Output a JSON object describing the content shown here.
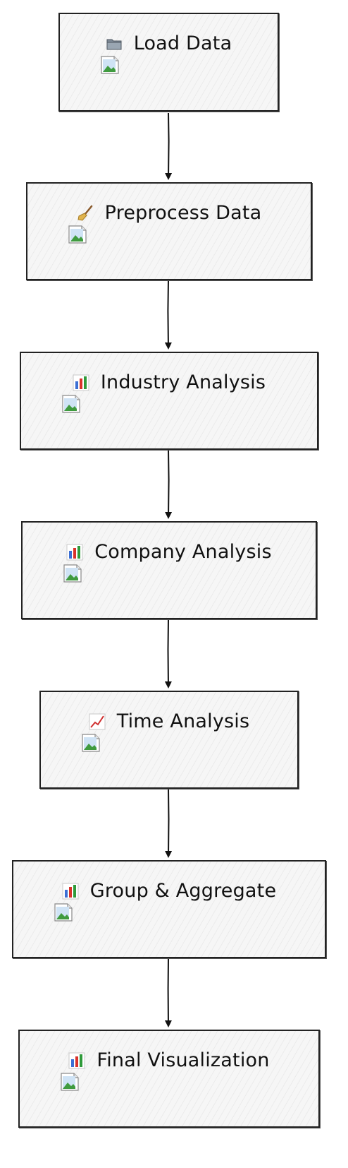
{
  "diagram": {
    "type": "flowchart",
    "nodes": [
      {
        "id": "load",
        "icon": "folder-icon",
        "label": "Load Data"
      },
      {
        "id": "preprocess",
        "icon": "broom-icon",
        "label": "Preprocess Data"
      },
      {
        "id": "industry",
        "icon": "bar-chart-icon",
        "label": "Industry Analysis"
      },
      {
        "id": "company",
        "icon": "bar-chart-icon",
        "label": "Company Analysis"
      },
      {
        "id": "time",
        "icon": "line-chart-icon",
        "label": "Time Analysis"
      },
      {
        "id": "group",
        "icon": "bar-chart-icon",
        "label": "Group & Aggregate"
      },
      {
        "id": "final",
        "icon": "bar-chart-icon",
        "label": "Final Visualization"
      }
    ],
    "edges": [
      {
        "from": "load",
        "to": "preprocess"
      },
      {
        "from": "preprocess",
        "to": "industry"
      },
      {
        "from": "industry",
        "to": "company"
      },
      {
        "from": "company",
        "to": "time"
      },
      {
        "from": "time",
        "to": "group"
      },
      {
        "from": "group",
        "to": "final"
      }
    ],
    "colors": {
      "stroke": "#222222",
      "fill": "#f6f6f6",
      "bar_blue": "#3b6fd4",
      "bar_red": "#d9322b",
      "bar_green": "#2f9a3a",
      "line_red": "#d03030"
    }
  }
}
